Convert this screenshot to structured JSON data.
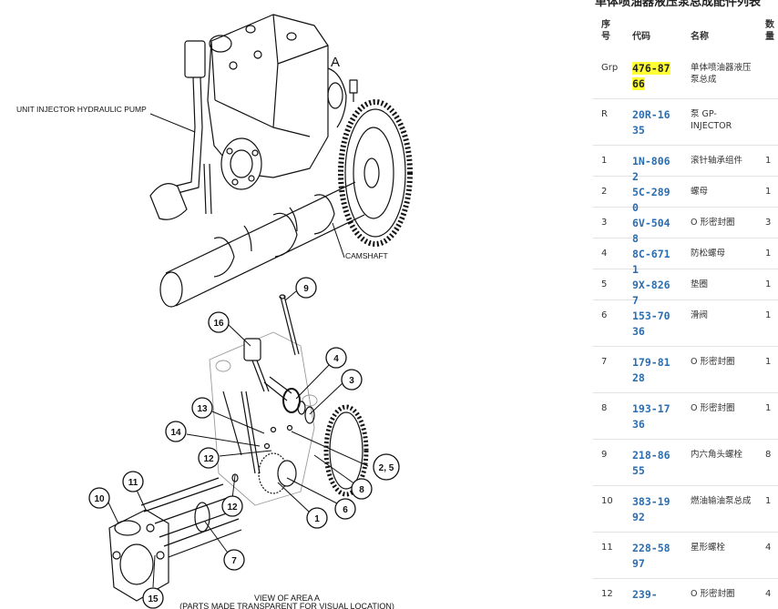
{
  "diagram": {
    "labels": {
      "unit_injector_pump": "UNIT INJECTOR HYDRAULIC PUMP",
      "camshaft": "CAMSHAFT",
      "area_marker": "A",
      "view_caption_1": "VIEW OF AREA A",
      "view_caption_2": "(PARTS MADE TRANSPARENT FOR VISUAL LOCATION)"
    },
    "callouts": [
      "9",
      "16",
      "4",
      "3",
      "13",
      "14",
      "12",
      "2, 5",
      "8",
      "6",
      "1",
      "11",
      "10",
      "12",
      "7",
      "15"
    ]
  },
  "parts": {
    "title": "单体喷油器液压泵总成配件列表",
    "headers": {
      "seq_1": "序",
      "seq_2": "号",
      "code": "代码",
      "name": "名称",
      "qty_1": "数",
      "qty_2": "量"
    },
    "rows": [
      {
        "seq": "Grp",
        "code": "476-8766",
        "name": "单体喷油器液压泵总成",
        "qty": "",
        "highlight": true
      },
      {
        "seq": "R",
        "code": "20R-1635",
        "name": "泵 GP-INJECTOR",
        "qty": ""
      },
      {
        "seq": "1",
        "code": "1N-8062",
        "name": "滚针轴承组件",
        "qty": "1"
      },
      {
        "seq": "2",
        "code": "5C-2890",
        "name": "螺母",
        "qty": "1"
      },
      {
        "seq": "3",
        "code": "6V-5048",
        "name": "O 形密封圈",
        "qty": "3"
      },
      {
        "seq": "4",
        "code": "8C-6711",
        "name": "防松螺母",
        "qty": "1"
      },
      {
        "seq": "5",
        "code": "9X-8267",
        "name": "垫圈",
        "qty": "1"
      },
      {
        "seq": "6",
        "code": "153-7036",
        "name": "滑阀",
        "qty": "1"
      },
      {
        "seq": "7",
        "code": "179-8128",
        "name": "O 形密封圈",
        "qty": "1"
      },
      {
        "seq": "8",
        "code": "193-1736",
        "name": "O 形密封圈",
        "qty": "1"
      },
      {
        "seq": "9",
        "code": "218-8655",
        "name": "内六角头螺栓",
        "qty": "8"
      },
      {
        "seq": "10",
        "code": "383-1992",
        "name": "燃油输油泵总成",
        "qty": "1"
      },
      {
        "seq": "11",
        "code": "228-5897",
        "name": "星形螺栓",
        "qty": "4"
      },
      {
        "seq": "12",
        "code": "239-",
        "name": "O 形密封圈",
        "qty": "4"
      }
    ]
  }
}
